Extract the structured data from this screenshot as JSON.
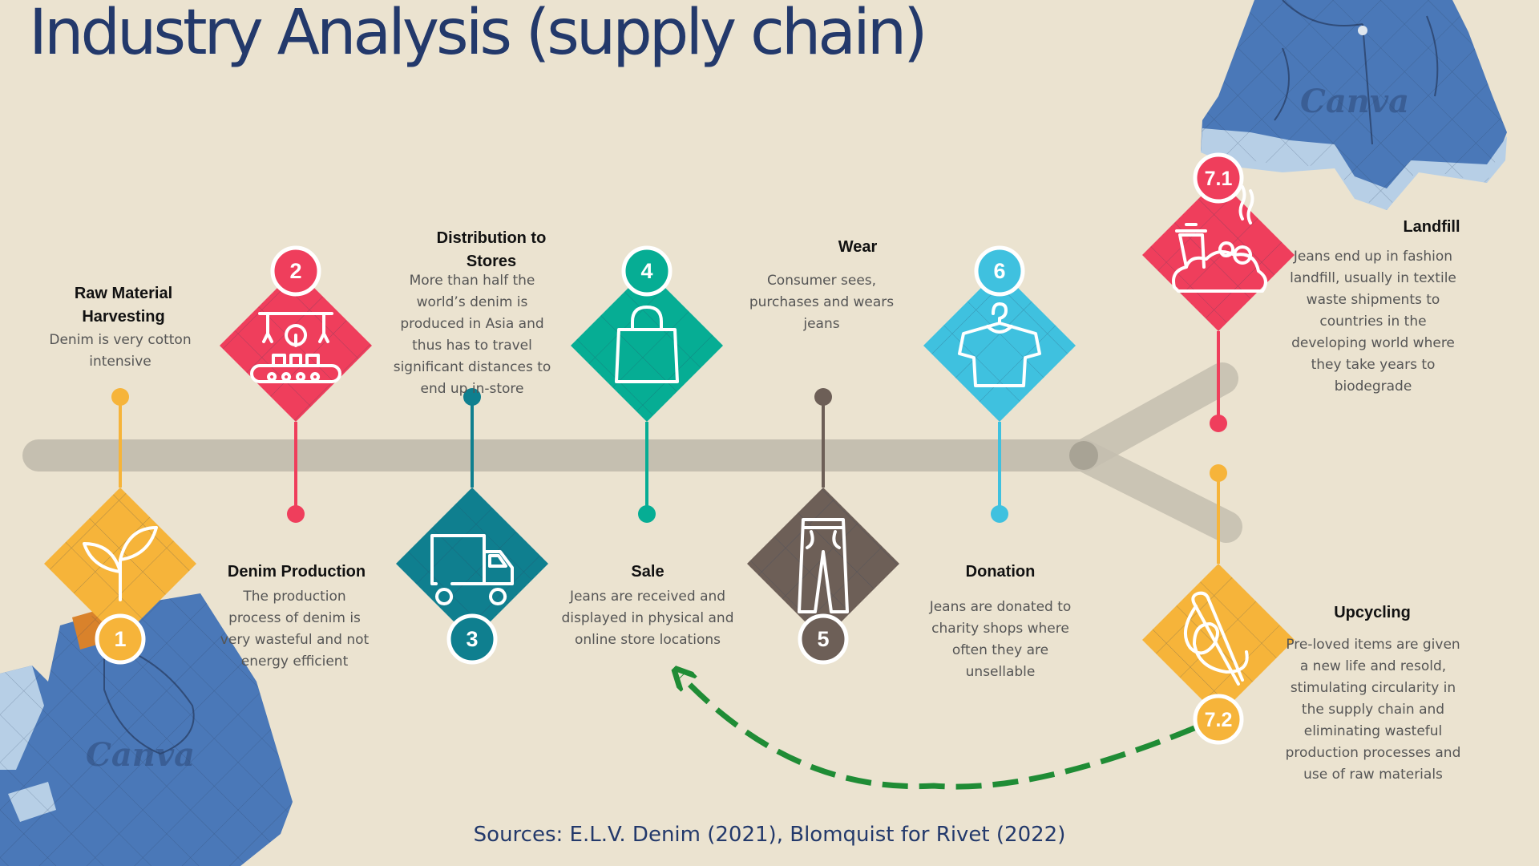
{
  "title": "Industry Analysis (supply chain)",
  "sources": "Sources: E.L.V. Denim (2021), Blomquist for Rivet (2022)",
  "watermark": "Canva",
  "colors": {
    "background": "#ebe3d0",
    "title": "#23396b",
    "timeline": "#c5bfb0",
    "yellow": "#f6b43a",
    "red": "#ef3e5c",
    "teal": "#0f7f8f",
    "green": "#06ad94",
    "brown": "#6d5f57",
    "sky": "#3fc1df",
    "arrow": "#1f8c35",
    "denim": "#4a78b8"
  },
  "steps": [
    {
      "number": "1",
      "heading": "Raw Material Harvesting",
      "desc": "Denim is very cotton intensive",
      "icon": "sprout-icon",
      "color": "yellow"
    },
    {
      "number": "2",
      "heading": "Denim Production",
      "desc": "The production process of denim is very wasteful and not energy efficient",
      "icon": "factory-conveyor-icon",
      "color": "red"
    },
    {
      "number": "3",
      "heading": "Distribution to Stores",
      "desc": "More than half the world’s denim is produced in Asia and thus has to travel significant distances to end up in-store",
      "icon": "delivery-truck-icon",
      "color": "teal"
    },
    {
      "number": "4",
      "heading": "Sale",
      "desc": "Jeans are received and displayed in physical and online store locations",
      "icon": "shopping-bag-icon",
      "color": "green"
    },
    {
      "number": "5",
      "heading": "Wear",
      "desc": "Consumer sees, purchases and wears jeans",
      "icon": "jeans-icon",
      "color": "brown"
    },
    {
      "number": "6",
      "heading": "Donation",
      "desc": "Jeans are donated to charity shops where often they are unsellable",
      "icon": "shirt-on-hanger-icon",
      "color": "sky"
    },
    {
      "number": "7.1",
      "heading": "Landfill",
      "desc": "Jeans end up in fashion landfill, usually in textile waste shipments to countries in the developing world where they take years to biodegrade",
      "icon": "landfill-waste-icon",
      "color": "red"
    },
    {
      "number": "7.2",
      "heading": "Upcycling",
      "desc": "Pre-loved items are given a new life and resold, stimulating circularity in the supply chain and eliminating wasteful production processes and use of raw materials",
      "icon": "needle-thread-icon",
      "color": "yellow"
    }
  ]
}
